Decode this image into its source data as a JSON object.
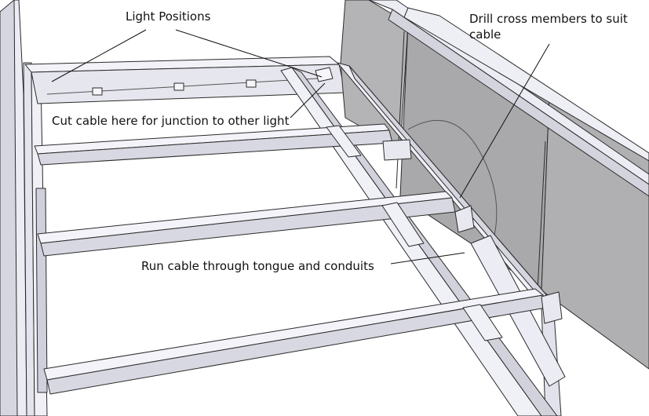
{
  "annotations": {
    "light_positions": "Light Positions",
    "drill_line1": "Drill cross members to suit",
    "drill_line2": "cable",
    "cut_cable": "Cut cable here for junction to other light",
    "run_cable": "Run cable through tongue and conduits"
  },
  "colors": {
    "background": "#ffffff",
    "steel_face": "#e9e9f2",
    "steel_shade": "#c9c9d6",
    "panel": "#b4b4b6",
    "panel_dark": "#9a9a9c",
    "outline": "#2b2b2b",
    "leader_line": "#111111"
  }
}
